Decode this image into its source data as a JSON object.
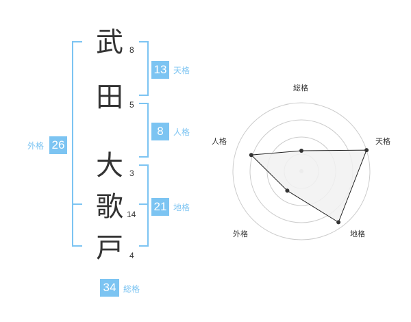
{
  "name": {
    "characters": [
      {
        "char": "武",
        "strokes": "8"
      },
      {
        "char": "田",
        "strokes": "5"
      },
      {
        "char": "大",
        "strokes": "3"
      },
      {
        "char": "歌",
        "strokes": "14"
      },
      {
        "char": "戸",
        "strokes": "4"
      }
    ]
  },
  "scores": {
    "tenkaku": {
      "value": "13",
      "label": "天格"
    },
    "jinkaku": {
      "value": "8",
      "label": "人格"
    },
    "chikaku": {
      "value": "21",
      "label": "地格"
    },
    "gaikaku": {
      "value": "26",
      "label": "外格"
    },
    "soukaku": {
      "value": "34",
      "label": "総格"
    }
  },
  "radar": {
    "axes": [
      "総格",
      "天格",
      "地格",
      "外格",
      "人格"
    ],
    "levels": 4,
    "values": [
      0.3,
      1.0,
      0.92,
      0.35,
      0.77
    ],
    "fill": "#f1f1f1",
    "stroke": "#222222",
    "ring_color": "#cccccc",
    "center_color": "#cccccc"
  },
  "colors": {
    "accent": "#7cc4f2",
    "bracket": "#7cc4f2",
    "label_text": "#7cc4f2"
  }
}
